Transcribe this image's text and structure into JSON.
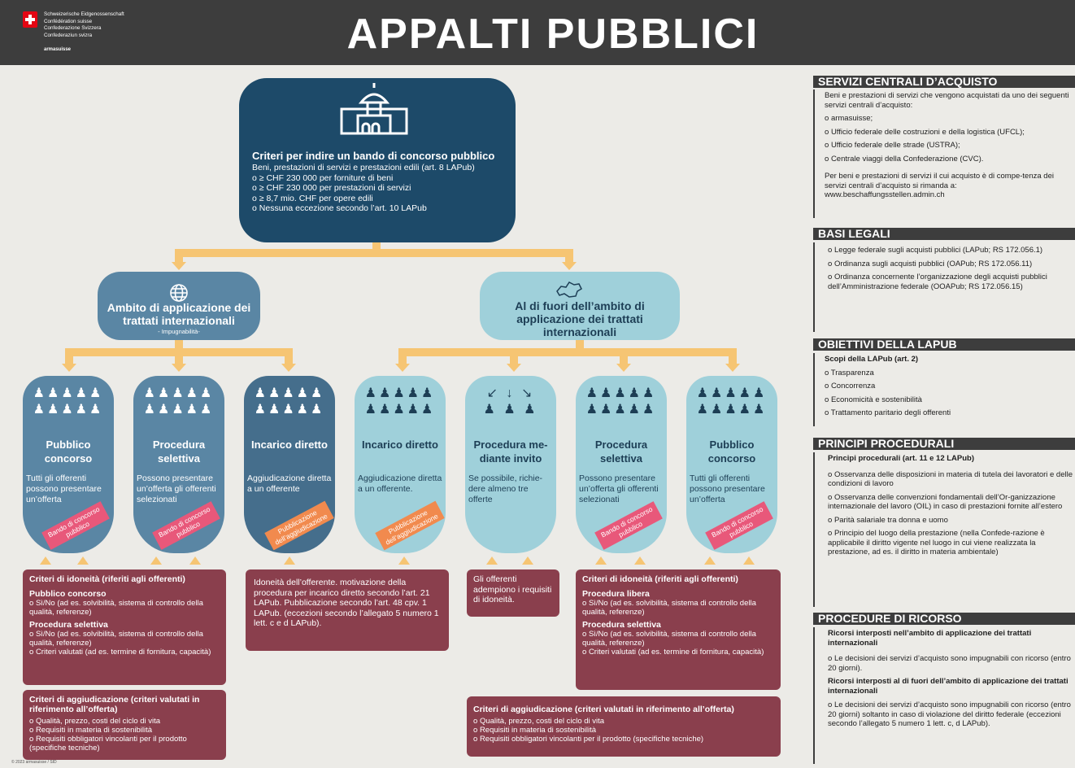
{
  "header": {
    "logo_lines": [
      "Schweizerische Eidgenossenschaft",
      "Confédération suisse",
      "Confederazione Svizzera",
      "Confederaziun svizra"
    ],
    "logo_sub": "armasuisse",
    "title": "APPALTI PUBBLICI"
  },
  "top": {
    "title": "Criteri per indire un bando di concorso pubblico",
    "subtitle": "Beni, prestazioni di servizi e prestazioni edili (art. 8 LAPub)",
    "items": [
      "≥ CHF 230 000 per forniture di beni",
      "≥ CHF 230 000 per prestazioni di servizi",
      "≥ 8,7 mio. CHF per opere edili",
      "Nessuna eccezione secondo l’art. 10 LAPub"
    ]
  },
  "scope": {
    "inside": "Ambito di applicazione dei trattati internazionali",
    "inside_note": "- Impugnabilità-",
    "outside": "Al di fuori dell’ambito di applicazione dei trattati internazionali"
  },
  "cards": [
    {
      "title": "Pubblico concorso",
      "desc": "Tutti gli offerenti possono presentare un’offerta",
      "tag": "Bando di concorso pubblico"
    },
    {
      "title": "Procedura selettiva",
      "desc": "Possono presentare un’offerta gli offerenti selezionati",
      "tag": "Bando di concorso pubblico"
    },
    {
      "title": "Incarico diretto",
      "desc": "Aggiudicazione diretta a un offerente",
      "tag": "Pubblicazione dell’aggiudicazione"
    },
    {
      "title": "Incarico diretto",
      "desc": "Aggiudicazione diretta a un offerente.",
      "tag": "Pubblicazione dell’aggiudicazione"
    },
    {
      "title": "Procedura me-diante invito",
      "desc": "Se possibile, richie-dere almeno tre offerte",
      "tag": ""
    },
    {
      "title": "Procedura selettiva",
      "desc": "Possono presentare un’offerta gli offerenti selezionati",
      "tag": "Bando di concorso pubblico"
    },
    {
      "title": "Pubblico concorso",
      "desc": "Tutti gli offerenti possono presentare un’offerta",
      "tag": "Bando di concorso pubblico"
    }
  ],
  "boxes": {
    "left_suit": {
      "title": "Criteri di idoneità (riferiti agli offerenti)",
      "s1": "Pubblico concorso",
      "s1_items": [
        "Sì/No (ad es. solvibilità, sistema di controllo della qualità, referenze)"
      ],
      "s2": "Procedura selettiva",
      "s2_items": [
        "Sì/No (ad es. solvibilità, sistema di controllo della qualità, referenze)",
        "Criteri valutati (ad es. termine di fornitura, capacità)"
      ]
    },
    "left_award": {
      "title": "Criteri di aggiudicazione (criteri valutati in riferimento all’offerta)",
      "items": [
        "Qualità, prezzo, costi del ciclo di vita",
        "Requisiti in materia di sostenibilità",
        "Requisiti obbligatori vincolanti per il prodotto (specifiche tecniche)"
      ]
    },
    "direct": "Idoneità dell’offerente. motivazione della procedura per incarico diretto secondo l’art. 21 LAPub. Pubblicazione secondo l’art. 48 cpv. 1 LAPub. (eccezioni secondo l’allegato 5 numero 1 lett. c e d LAPub).",
    "invite": "Gli offerenti adempiono i requisiti di idoneità.",
    "right_suit": {
      "title": "Criteri di idoneità (riferiti agli offerenti)",
      "s1": "Procedura libera",
      "s1_items": [
        "Sì/No (ad es. solvibilità, sistema di controllo della qualità, referenze)"
      ],
      "s2": "Procedura selettiva",
      "s2_items": [
        "Sì/No (ad es. solvibilità, sistema di controllo della qualità, referenze)",
        "Criteri valutati (ad es. termine di fornitura, capacità)"
      ]
    },
    "right_award": {
      "title": "Criteri di aggiudicazione (criteri valutati in riferimento all’offerta)",
      "items": [
        "Qualità, prezzo, costi del ciclo di vita",
        "Requisiti in materia di sostenibilità",
        "Requisiti obbligatori vincolanti per il prodotto (specifiche tecniche)"
      ]
    }
  },
  "right": {
    "central": {
      "heading": "SERVIZI CENTRALI D’ACQUISTO",
      "intro": "Beni e prestazioni di servizi che vengono acquistati da uno dei seguenti servizi centrali d’acquisto:",
      "items": [
        "armasuisse;",
        "Ufficio federale delle costruzioni e della logistica (UFCL);",
        "Ufficio federale delle strade (USTRA);",
        "Centrale viaggi della Confederazione (CVC)."
      ],
      "note": "Per beni e prestazioni di servizi il cui acquisto è di compe-tenza dei servizi centrali d’acquisto si rimanda a: www.beschaffungsstellen.admin.ch"
    },
    "legal": {
      "heading": "BASI LEGALI",
      "items": [
        "Legge federale sugli acquisti pubblici (LAPub; RS 172.056.1)",
        "Ordinanza sugli acquisti pubblici (OAPub; RS 172.056.11)",
        "Ordinanza concernente l’organizzazione degli acquisti pubblici dell’Amministrazione federale (OOAPub; RS 172.056.15)"
      ]
    },
    "goals": {
      "heading": "OBIETTIVI DELLA LAPUB",
      "sub": "Scopi della LAPub (art. 2)",
      "items": [
        "Trasparenza",
        "Concorrenza",
        "Economicità e sostenibilità",
        "Trattamento paritario degli offerenti"
      ]
    },
    "principles": {
      "heading": "PRINCIPI PROCEDURALI",
      "sub": "Principi procedurali (art. 11 e 12 LAPub)",
      "items": [
        "Osservanza delle disposizioni in materia di tutela dei lavoratori e delle condizioni di lavoro",
        "Osservanza delle convenzioni fondamentali dell’Or-ganizzazione internazionale del lavoro (OIL) in caso di prestazioni fornite all’estero",
        "Parità salariale tra donna e uomo",
        "Principio del luogo della prestazione (nella Confede-razione è applicabile il diritto vigente nel luogo in cui viene realizzata la prestazione, ad es. il diritto in materia ambientale)"
      ]
    },
    "appeals": {
      "heading": "PROCEDURE DI RICORSO",
      "sub1": "Ricorsi interposti nell’ambito di applicazione dei trattati internazionali",
      "item1": "Le decisioni dei servizi d’acquisto sono impugnabili con ricorso (entro 20 giorni).",
      "sub2": "Ricorsi interposti al di fuori dell’ambito di applicazione dei trattati internazionali",
      "item2": "Le decisioni dei servizi d’acquisto sono impugnabili con ricorso (entro 20 giorni) soltanto in caso di violazione del diritto federale (eccezioni secondo l’allegato 5 numero 1 lett. c, d LAPub)."
    }
  },
  "footer": "© 2023 armasuisse / SID",
  "colors": {
    "navy": "#1d4a69",
    "steel": "#5a86a4",
    "light": "#9fd0da",
    "maroon": "#8a3f4d",
    "connector": "#f6c573",
    "pink": "#e8587a",
    "orange": "#f18a4e"
  }
}
